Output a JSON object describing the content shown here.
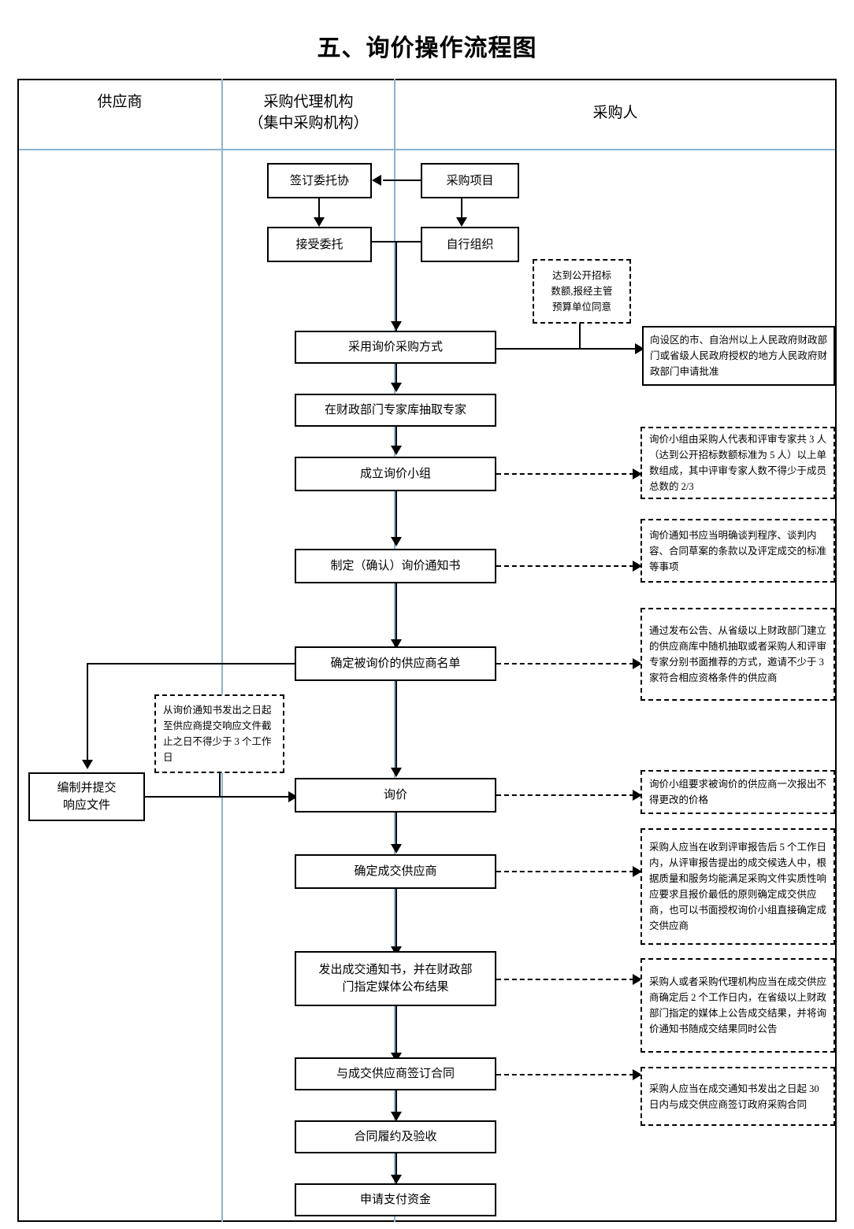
{
  "title": "五、询价操作流程图",
  "lanes": [
    {
      "name": "supplier",
      "label": "供应商"
    },
    {
      "name": "agency",
      "label": "采购代理机构\n（集中采购机构）"
    },
    {
      "name": "purchaser",
      "label": "采购人"
    }
  ],
  "lane_labels": {
    "supplier": "供应商",
    "agency_line1": "采购代理机构",
    "agency_line2": "（集中采购机构）",
    "purchaser": "采购人"
  },
  "nodes": {
    "sign_entrust": "签订委托协",
    "procurement_project": "采购项目",
    "accept_entrust": "接受委托",
    "self_organize": "自行组织",
    "use_inquiry_method": "采用询价采购方式",
    "draw_experts": "在财政部门专家库抽取专家",
    "form_inquiry_group": "成立询价小组",
    "make_inquiry_notice": "制定（确认）询价通知书",
    "determine_supplier_list": "确定被询价的供应商名单",
    "prepare_response_doc_l1": "编制并提交",
    "prepare_response_doc_l2": "响应文件",
    "inquiry": "询价",
    "determine_winner": "确定成交供应商",
    "issue_notice_l1": "发出成交通知书，并在财政部",
    "issue_notice_l2": "门指定媒体公布结果",
    "sign_contract": "与成交供应商签订合同",
    "contract_performance": "合同履约及验收",
    "apply_payment": "申请支付资金"
  },
  "notes": {
    "reach_open_tender_l1": "达到公开招标",
    "reach_open_tender_l2": "数额,报经主管",
    "reach_open_tender_l3": "预算单位同意",
    "apply_approval": "向设区的市、自治州以上人民政府财政部门或省级人民政府授权的地方人民政府财政部门申请批准",
    "group_composition": "询价小组由采购人代表和评审专家共 3 人（达到公开招标数额标准为 5 人）以上单数组成，其中评审专家人数不得少于成员总数的 2/3",
    "notice_content": "询价通知书应当明确谈判程序、谈判内容、合同草案的条款以及评定成交的标准等事项",
    "supplier_invite": "通过发布公告、从省级以上财政部门建立的供应商库中随机抽取或者采购人和评审专家分别书面推荐的方式，邀请不少于 3 家符合相应资格条件的供应商",
    "three_working_days": "从询价通知书发出之日起至供应商提交响应文件截止之日不得少于 3 个工作日",
    "one_time_quote": "询价小组要求被询价的供应商一次报出不得更改的价格",
    "determine_winner_rule": "采购人应当在收到评审报告后 5 个工作日内，从评审报告提出的成交候选人中，根据质量和服务均能满足采购文件实质性响应要求且报价最低的原则确定成交供应商，也可以书面授权询价小组直接确定成交供应商",
    "announce_rule": "采购人或者采购代理机构应当在成交供应商确定后 2 个工作日内，在省级以上财政部门指定的媒体上公告成交结果，并将询价通知书随成交结果同时公告",
    "contract_30_days": "采购人应当在成交通知书发出之日起 30 日内与成交供应商签订政府采购合同"
  },
  "colors": {
    "lane_divider": "#8db3d1",
    "line": "#000000",
    "background": "#ffffff"
  }
}
